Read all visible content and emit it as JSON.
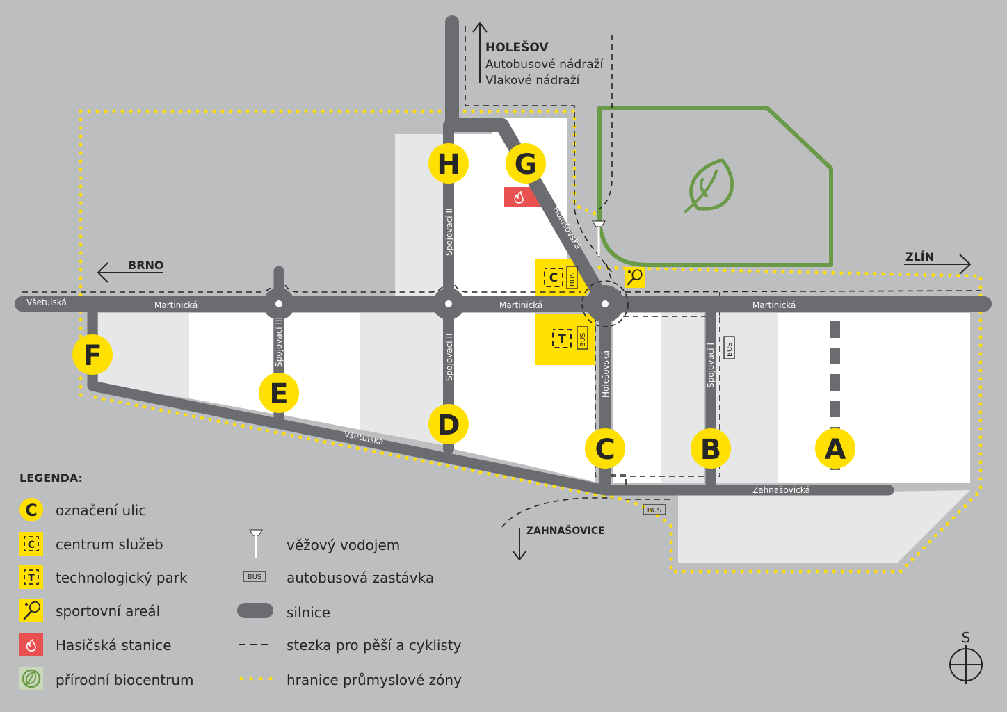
{
  "directions": {
    "holesov": "HOLEŠOV",
    "holesov_bus": "Autobusové nádraží",
    "holesov_train": "Vlakové nádraží",
    "brno": "BRNO",
    "zlin": "ZLÍN",
    "zahnasovice": "ZAHNAŠOVICE"
  },
  "streets": {
    "vsetulska_west": "Všetulská",
    "martinicka_1": "Martinická",
    "martinicka_2": "Martinická",
    "martinicka_3": "Martinická",
    "vsetulska_diag": "Všetulská",
    "holesovska_diag": "Holešovská",
    "holesovska_vert": "Holešovská",
    "spojovaci_ii_north": "Spojovací II",
    "spojovaci_ii_south": "Spojovací II",
    "spojovaci_iii": "Spojovací III",
    "spojovaci_i": "Spojovací I",
    "zahnasovicka": "Zahnašovická"
  },
  "street_markers": [
    "A",
    "B",
    "C",
    "D",
    "E",
    "F",
    "G",
    "H"
  ],
  "icons": {
    "service_center": "C",
    "tech_park": "T",
    "bus": "BUS"
  },
  "legend": {
    "title": "LEGENDA:",
    "items_left": [
      {
        "icon": "street-marker-icon",
        "glyph": "C",
        "label": "označení ulic"
      },
      {
        "icon": "service-center-icon",
        "glyph": "C",
        "label": "centrum služeb"
      },
      {
        "icon": "tech-park-icon",
        "glyph": "T",
        "label": "technologický park"
      },
      {
        "icon": "sports-area-icon",
        "glyph": "",
        "label": "sportovní areál"
      },
      {
        "icon": "fire-station-icon",
        "glyph": "",
        "label": "Hasičská stanice"
      },
      {
        "icon": "biocenter-icon",
        "glyph": "",
        "label": "přírodní biocentrum"
      }
    ],
    "items_right": [
      {
        "icon": "water-tower-icon",
        "label": "věžový vodojem"
      },
      {
        "icon": "bus-stop-icon",
        "label": "autobusová zastávka"
      },
      {
        "icon": "road-icon",
        "label": "silnice"
      },
      {
        "icon": "path-icon",
        "label": "stezka pro pěší a cyklisty"
      },
      {
        "icon": "zone-border-icon",
        "label": "hranice průmyslové zóny"
      }
    ]
  },
  "compass": {
    "label": "S"
  },
  "colors": {
    "background": "#bdbebf",
    "road": "#6b6c6f",
    "plot_light": "#e6e7e8",
    "plot_white": "#ffffff",
    "yellow": "#ffe000",
    "green": "#6a9a47",
    "fire": "#e8514f",
    "text": "#262626"
  }
}
